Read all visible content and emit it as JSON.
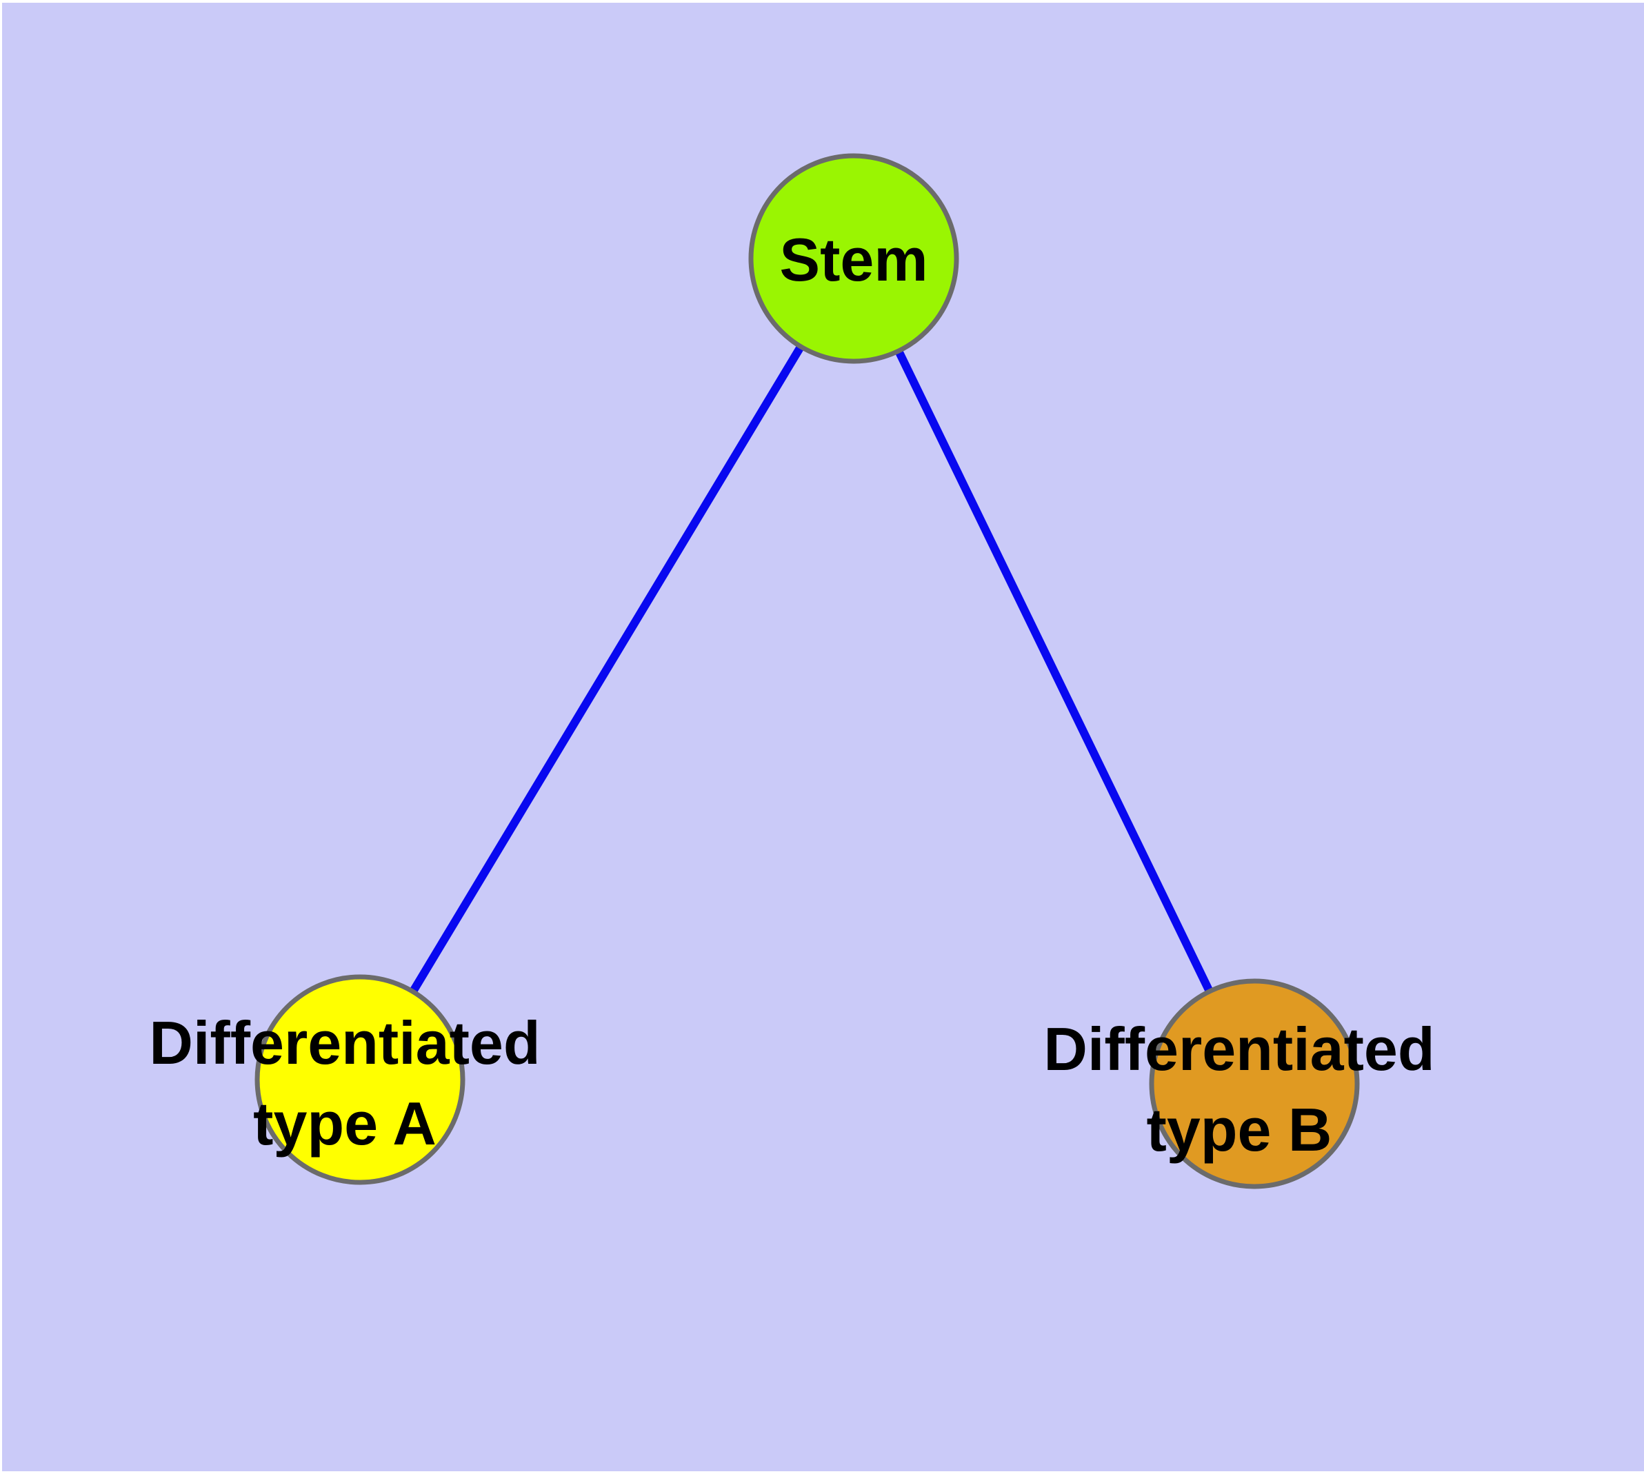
{
  "diagram": {
    "type": "graph",
    "background_color": "#cacaf8",
    "frame_color": "#ffffff",
    "edge_color": "#0808f0",
    "node_border_color": "#6b6b6b",
    "label_color": "#000000",
    "nodes": [
      {
        "id": "stem",
        "label": "Stem",
        "label_lines": [
          "Stem"
        ],
        "fill_color": "#9af502"
      },
      {
        "id": "differentiated-type-a",
        "label": "Differentiated type A",
        "label_lines": [
          "Differentiated",
          "type A"
        ],
        "fill_color": "#ffff00"
      },
      {
        "id": "differentiated-type-b",
        "label": "Differentiated type B",
        "label_lines": [
          "Differentiated",
          "type B"
        ],
        "fill_color": "#e09a22"
      }
    ],
    "edges": [
      {
        "from": "stem",
        "to": "differentiated-type-a"
      },
      {
        "from": "stem",
        "to": "differentiated-type-b"
      }
    ]
  }
}
